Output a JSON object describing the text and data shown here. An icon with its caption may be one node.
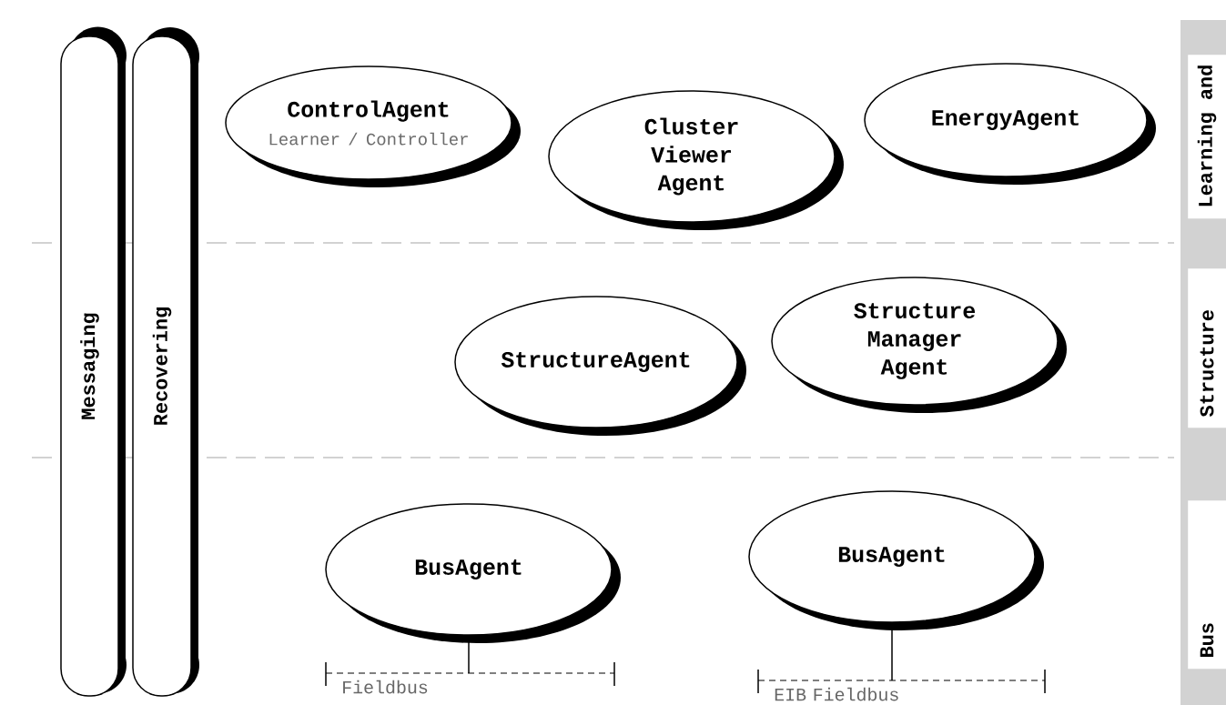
{
  "diagram": {
    "nodes": [
      {
        "text": [
          "Messaging"
        ]
      },
      {
        "text": [
          "Recovering"
        ]
      },
      {
        "text": [
          "ControlAgent",
          "Learner / Controller"
        ]
      },
      {
        "text": [
          "Cluster Viewer Agent"
        ]
      },
      {
        "text": [
          "EnergyAgent"
        ]
      },
      {
        "text": [
          "StructureAgent"
        ]
      },
      {
        "text": [
          "Structure Manager Agent"
        ]
      },
      {
        "text": [
          "BusAgent"
        ]
      },
      {
        "text": [
          "BusAgent"
        ]
      },
      {
        "text": [
          "Fieldbus"
        ]
      },
      {
        "text": [
          "EIB Fieldbus"
        ]
      }
    ],
    "edges": [
      {
        "from": 7,
        "to": 9,
        "arrow": "none"
      },
      {
        "from": 8,
        "to": 10,
        "arrow": "none"
      }
    ],
    "labels": [
      "Learning and",
      "Structure",
      "Bus"
    ]
  }
}
